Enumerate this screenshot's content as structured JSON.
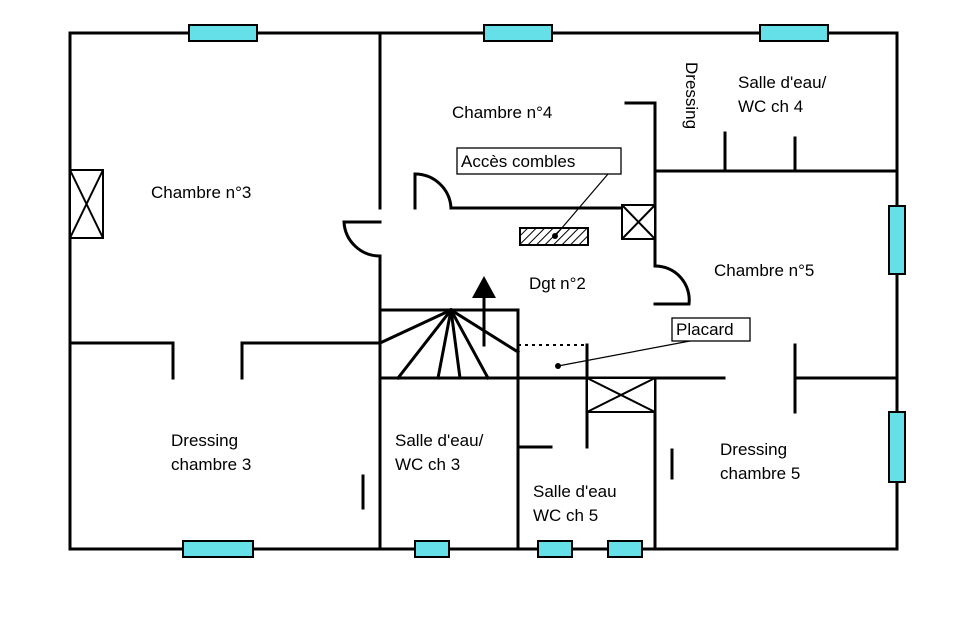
{
  "rooms": {
    "chambre3": "Chambre n°3",
    "chambre4": "Chambre n°4",
    "dressing_top": "Dressing",
    "sde_ch4_line1": "Salle d'eau/",
    "sde_ch4_line2": "WC ch 4",
    "chambre5": "Chambre n°5",
    "dgt2": "Dgt n°2",
    "dressing3_line1": "Dressing",
    "dressing3_line2": "chambre 3",
    "sde_ch3_line1": "Salle d'eau/",
    "sde_ch3_line2": "WC ch 3",
    "sde_ch5_line1": "Salle d'eau",
    "sde_ch5_line2": "WC  ch 5",
    "dressing5_line1": "Dressing",
    "dressing5_line2": "chambre 5"
  },
  "callouts": {
    "acces_combles": "Accès combles",
    "placard": "Placard"
  },
  "colors": {
    "window": "#66e0e8",
    "wall": "#000000"
  }
}
